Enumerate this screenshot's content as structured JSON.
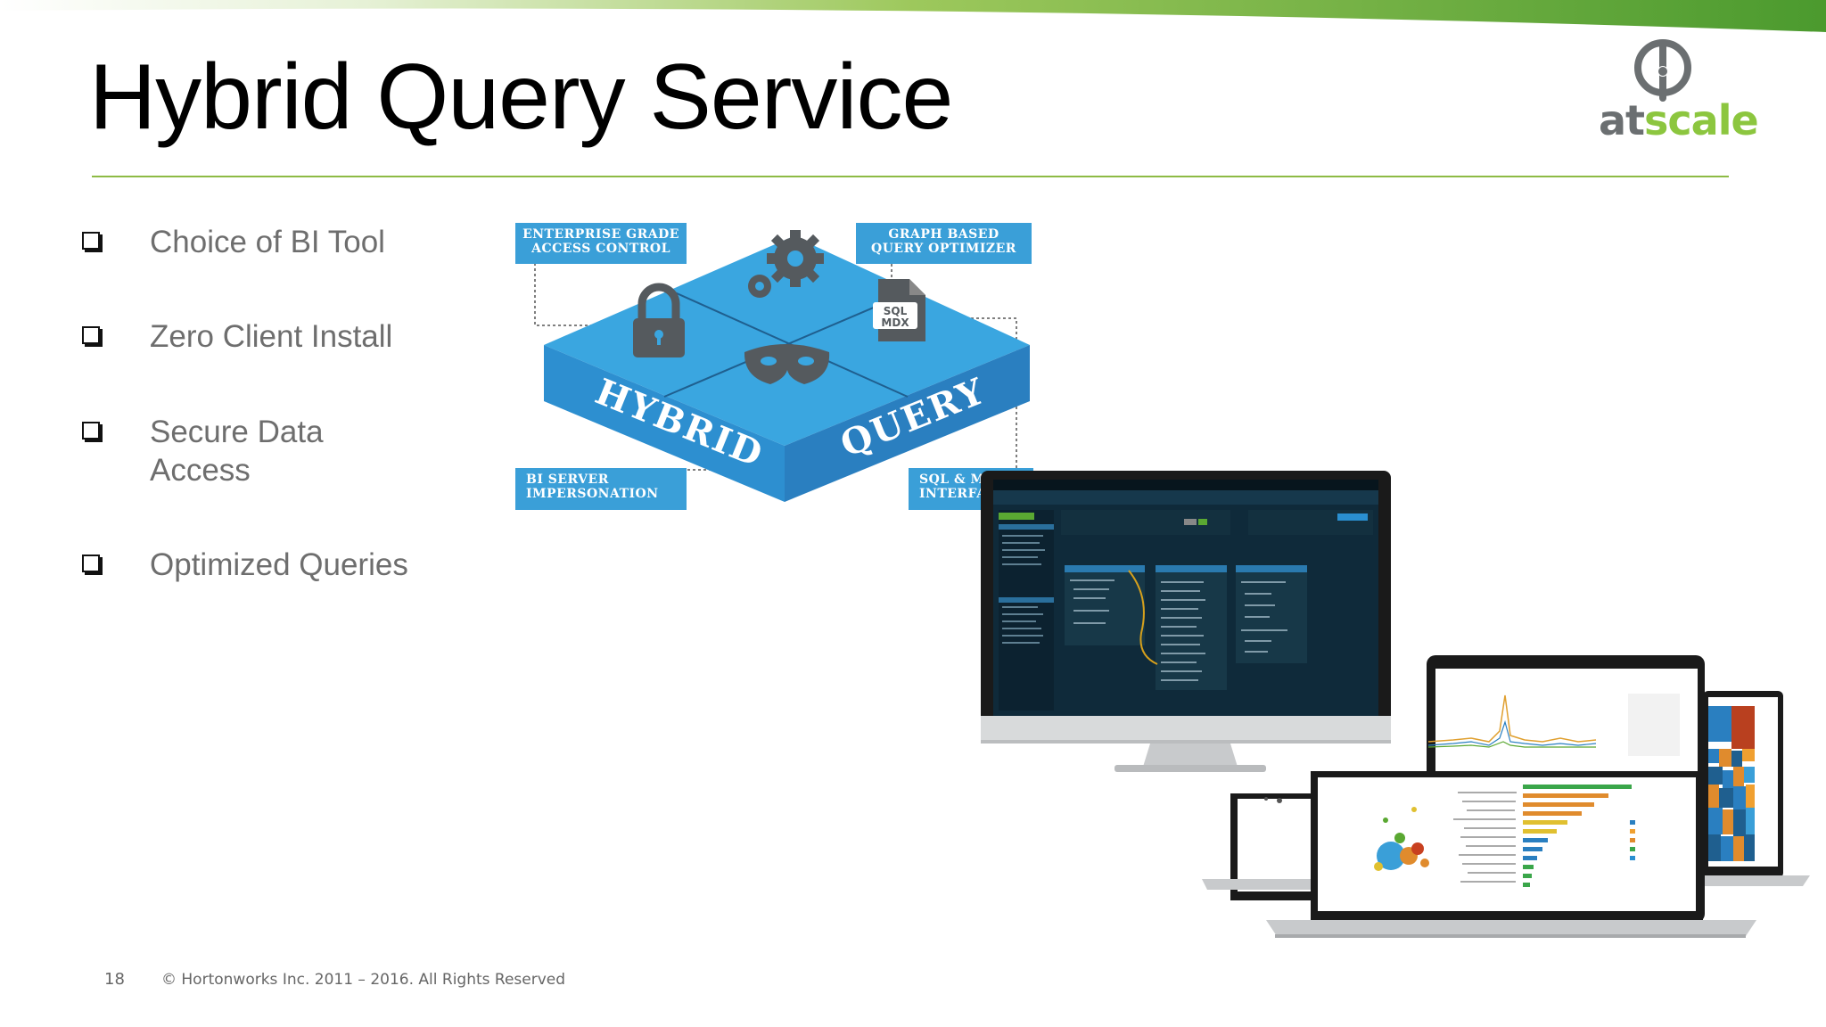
{
  "slide": {
    "title": "Hybrid Query Service",
    "page_number": "18",
    "copyright": "© Hortonworks Inc. 2011 – 2016. All Rights Reserved"
  },
  "logo": {
    "text_a": "at",
    "text_b": "scale",
    "color_gray": "#6b6f71",
    "color_green": "#8cc63f"
  },
  "bullets": [
    {
      "text": "Choice of BI Tool"
    },
    {
      "text": "Zero Client Install"
    },
    {
      "text": "Secure Data Access"
    },
    {
      "text": "Optimized Queries"
    }
  ],
  "diagram": {
    "tags": {
      "enterprise": "ENTERPRISE GRADE ACCESS CONTROL",
      "graph": "GRAPH BASED QUERY OPTIMIZER",
      "bi_server": "BI SERVER IMPERSONATION",
      "sql_mdx": "SQL & MDX INTERFACE"
    },
    "cube_left": "HYBRID",
    "cube_right": "QUERY",
    "doc_icon_text_1": "SQL",
    "doc_icon_text_2": "MDX",
    "colors": {
      "top": "#3aa6e0",
      "left": "#2d8fd0",
      "right": "#2a7fc0",
      "tag": "#3a9fd8",
      "icon": "#555a5e"
    }
  },
  "colors": {
    "accent_green": "#8dbb45",
    "title": "#000000",
    "bullet_text": "#6e6e6e"
  }
}
